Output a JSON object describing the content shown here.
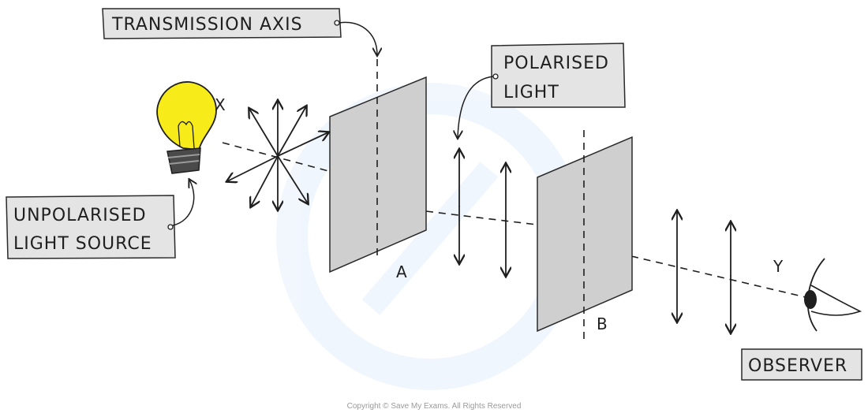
{
  "labels": {
    "transmission_axis": "TRANSMISSION  AXIS",
    "polarised_light_line1": "POLARISED",
    "polarised_light_line2": "LIGHT",
    "unpolarised_line1": "UNPOLARISED",
    "unpolarised_line2": "LIGHT  SOURCE",
    "observer": "OBSERVER",
    "point_x": "X",
    "point_y": "Y",
    "filter_a": "A",
    "filter_b": "B"
  },
  "copyright": "Copyright © Save My Exams. All Rights Reserved",
  "colors": {
    "bulb": "#f7ec1a",
    "bulb_base": "#4a4a4a",
    "filter": "#cfcfcf",
    "label_box": "#e4e4e4",
    "ink": "#1f1f1f"
  }
}
